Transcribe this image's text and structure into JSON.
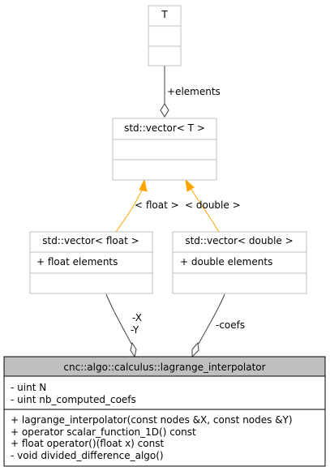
{
  "colors": {
    "border_light": "#bfbfbf",
    "border_dark": "#000000",
    "main_fill": "#bfbfbf",
    "template_edge": "#ffa500",
    "usage_edge": "#404040",
    "text": "#000000"
  },
  "nodes": {
    "template_t": {
      "title": "T",
      "attributes": [],
      "methods": []
    },
    "vector_t": {
      "title": "std::vector< T >",
      "attributes": [],
      "methods": []
    },
    "vector_float": {
      "title": "std::vector< float >",
      "attributes": [
        "+ float elements"
      ],
      "methods": []
    },
    "vector_double": {
      "title": "std::vector< double >",
      "attributes": [
        "+ double elements"
      ],
      "methods": []
    },
    "lagrange": {
      "title": "cnc::algo::calculus::lagrange_interpolator",
      "attributes": [
        "- uint N",
        "- uint nb_computed_coefs"
      ],
      "methods": [
        "+ lagrange_interpolator(const nodes &X, const nodes &Y)",
        "+ operator scalar_function_1D() const",
        "+ float operator()(float x) const",
        "- void divided_difference_algo()"
      ]
    }
  },
  "edges": {
    "elements_label": "+elements",
    "float_label": "< float >",
    "double_label": "< double >",
    "xy_label_1": "-X",
    "xy_label_2": "-Y",
    "coefs_label": "-coefs"
  }
}
